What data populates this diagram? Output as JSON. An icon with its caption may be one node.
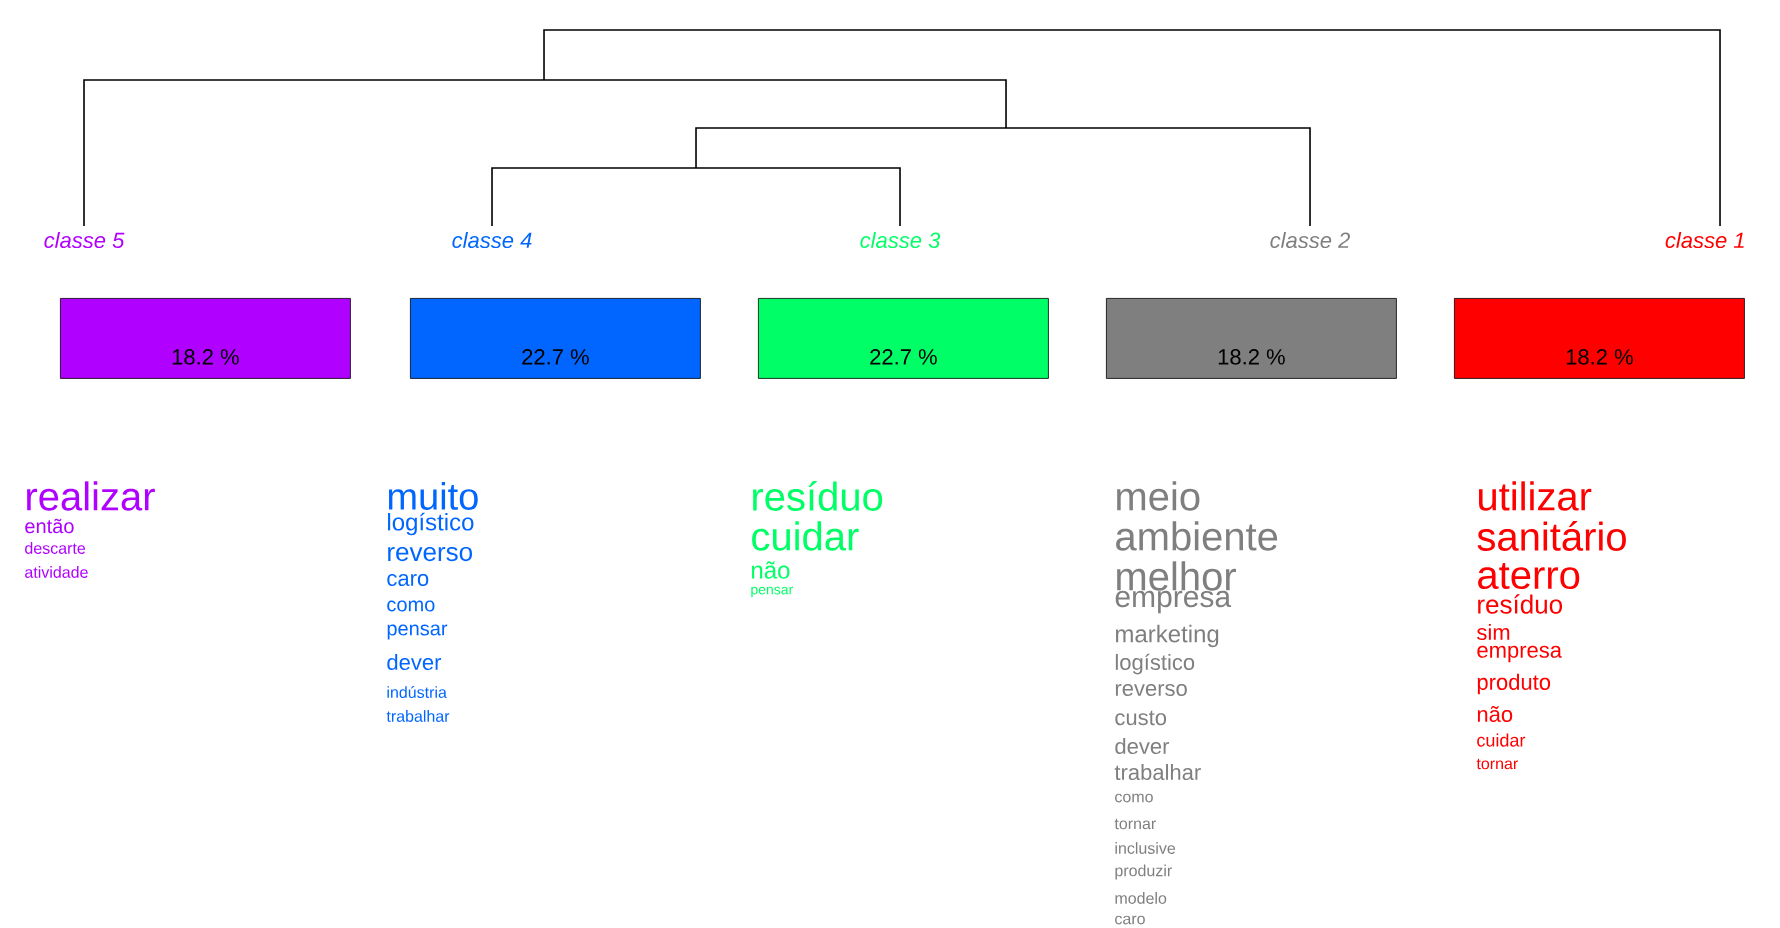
{
  "diagram": {
    "nodes": [
      {
        "text": [
          "18.2 %"
        ],
        "beside": [
          "classe 5",
          "realizar",
          "então",
          "descarte",
          "atividade"
        ]
      },
      {
        "text": [
          "22.7 %"
        ],
        "beside": [
          "classe 4",
          "muito",
          "logístico",
          "reverso",
          "caro",
          "como",
          "pensar",
          "dever",
          "indústria",
          "trabalhar"
        ]
      },
      {
        "text": [
          "22.7 %"
        ],
        "beside": [
          "classe 3",
          "resíduo",
          "cuidar",
          "não",
          "pensar"
        ]
      },
      {
        "text": [
          "18.2 %"
        ],
        "beside": [
          "classe 2",
          "meio",
          "ambiente",
          "melhor",
          "empresa",
          "marketing",
          "logístico",
          "reverso",
          "custo",
          "dever",
          "trabalhar",
          "como",
          "tornar",
          "inclusive",
          "produzir",
          "modelo",
          "caro"
        ]
      },
      {
        "text": [
          "18.2 %"
        ],
        "beside": [
          "classe 1",
          "utilizar",
          "sanitário",
          "aterro",
          "resíduo",
          "sim",
          "empresa",
          "produto",
          "não",
          "cuidar",
          "tornar"
        ]
      }
    ]
  }
}
